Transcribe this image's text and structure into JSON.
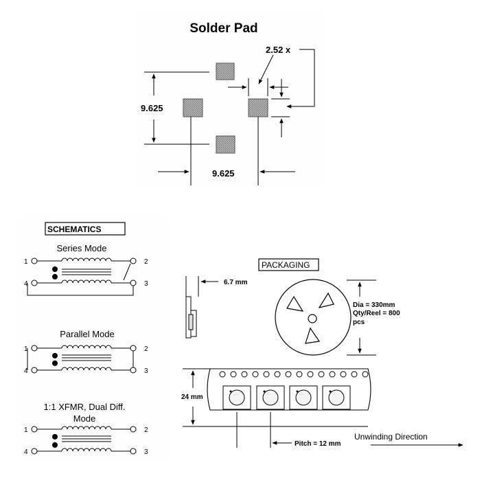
{
  "solder_pad": {
    "title": "Solder Pad",
    "dim_vertical": "9.625",
    "dim_horizontal": "9.625",
    "pad_size": "2.52 x"
  },
  "schematics": {
    "heading": "SCHEMATICS",
    "series_title": "Series Mode",
    "parallel_title": "Parallel Mode",
    "xfmr_title_line1": "1:1 XFMR, Dual Diff.",
    "xfmr_title_line2": "Mode",
    "pins": {
      "p1": "1",
      "p2": "2",
      "p3": "3",
      "p4": "4"
    }
  },
  "packaging": {
    "heading": "PACKAGING",
    "thickness": "6.7 mm",
    "reel_line1": "Dia = 330mm",
    "reel_line2": "Qty/Reel = 800",
    "reel_line3": "pcs",
    "tape_width": "24 mm",
    "pitch": "Pitch = 12 mm",
    "direction": "Unwinding Direction"
  }
}
